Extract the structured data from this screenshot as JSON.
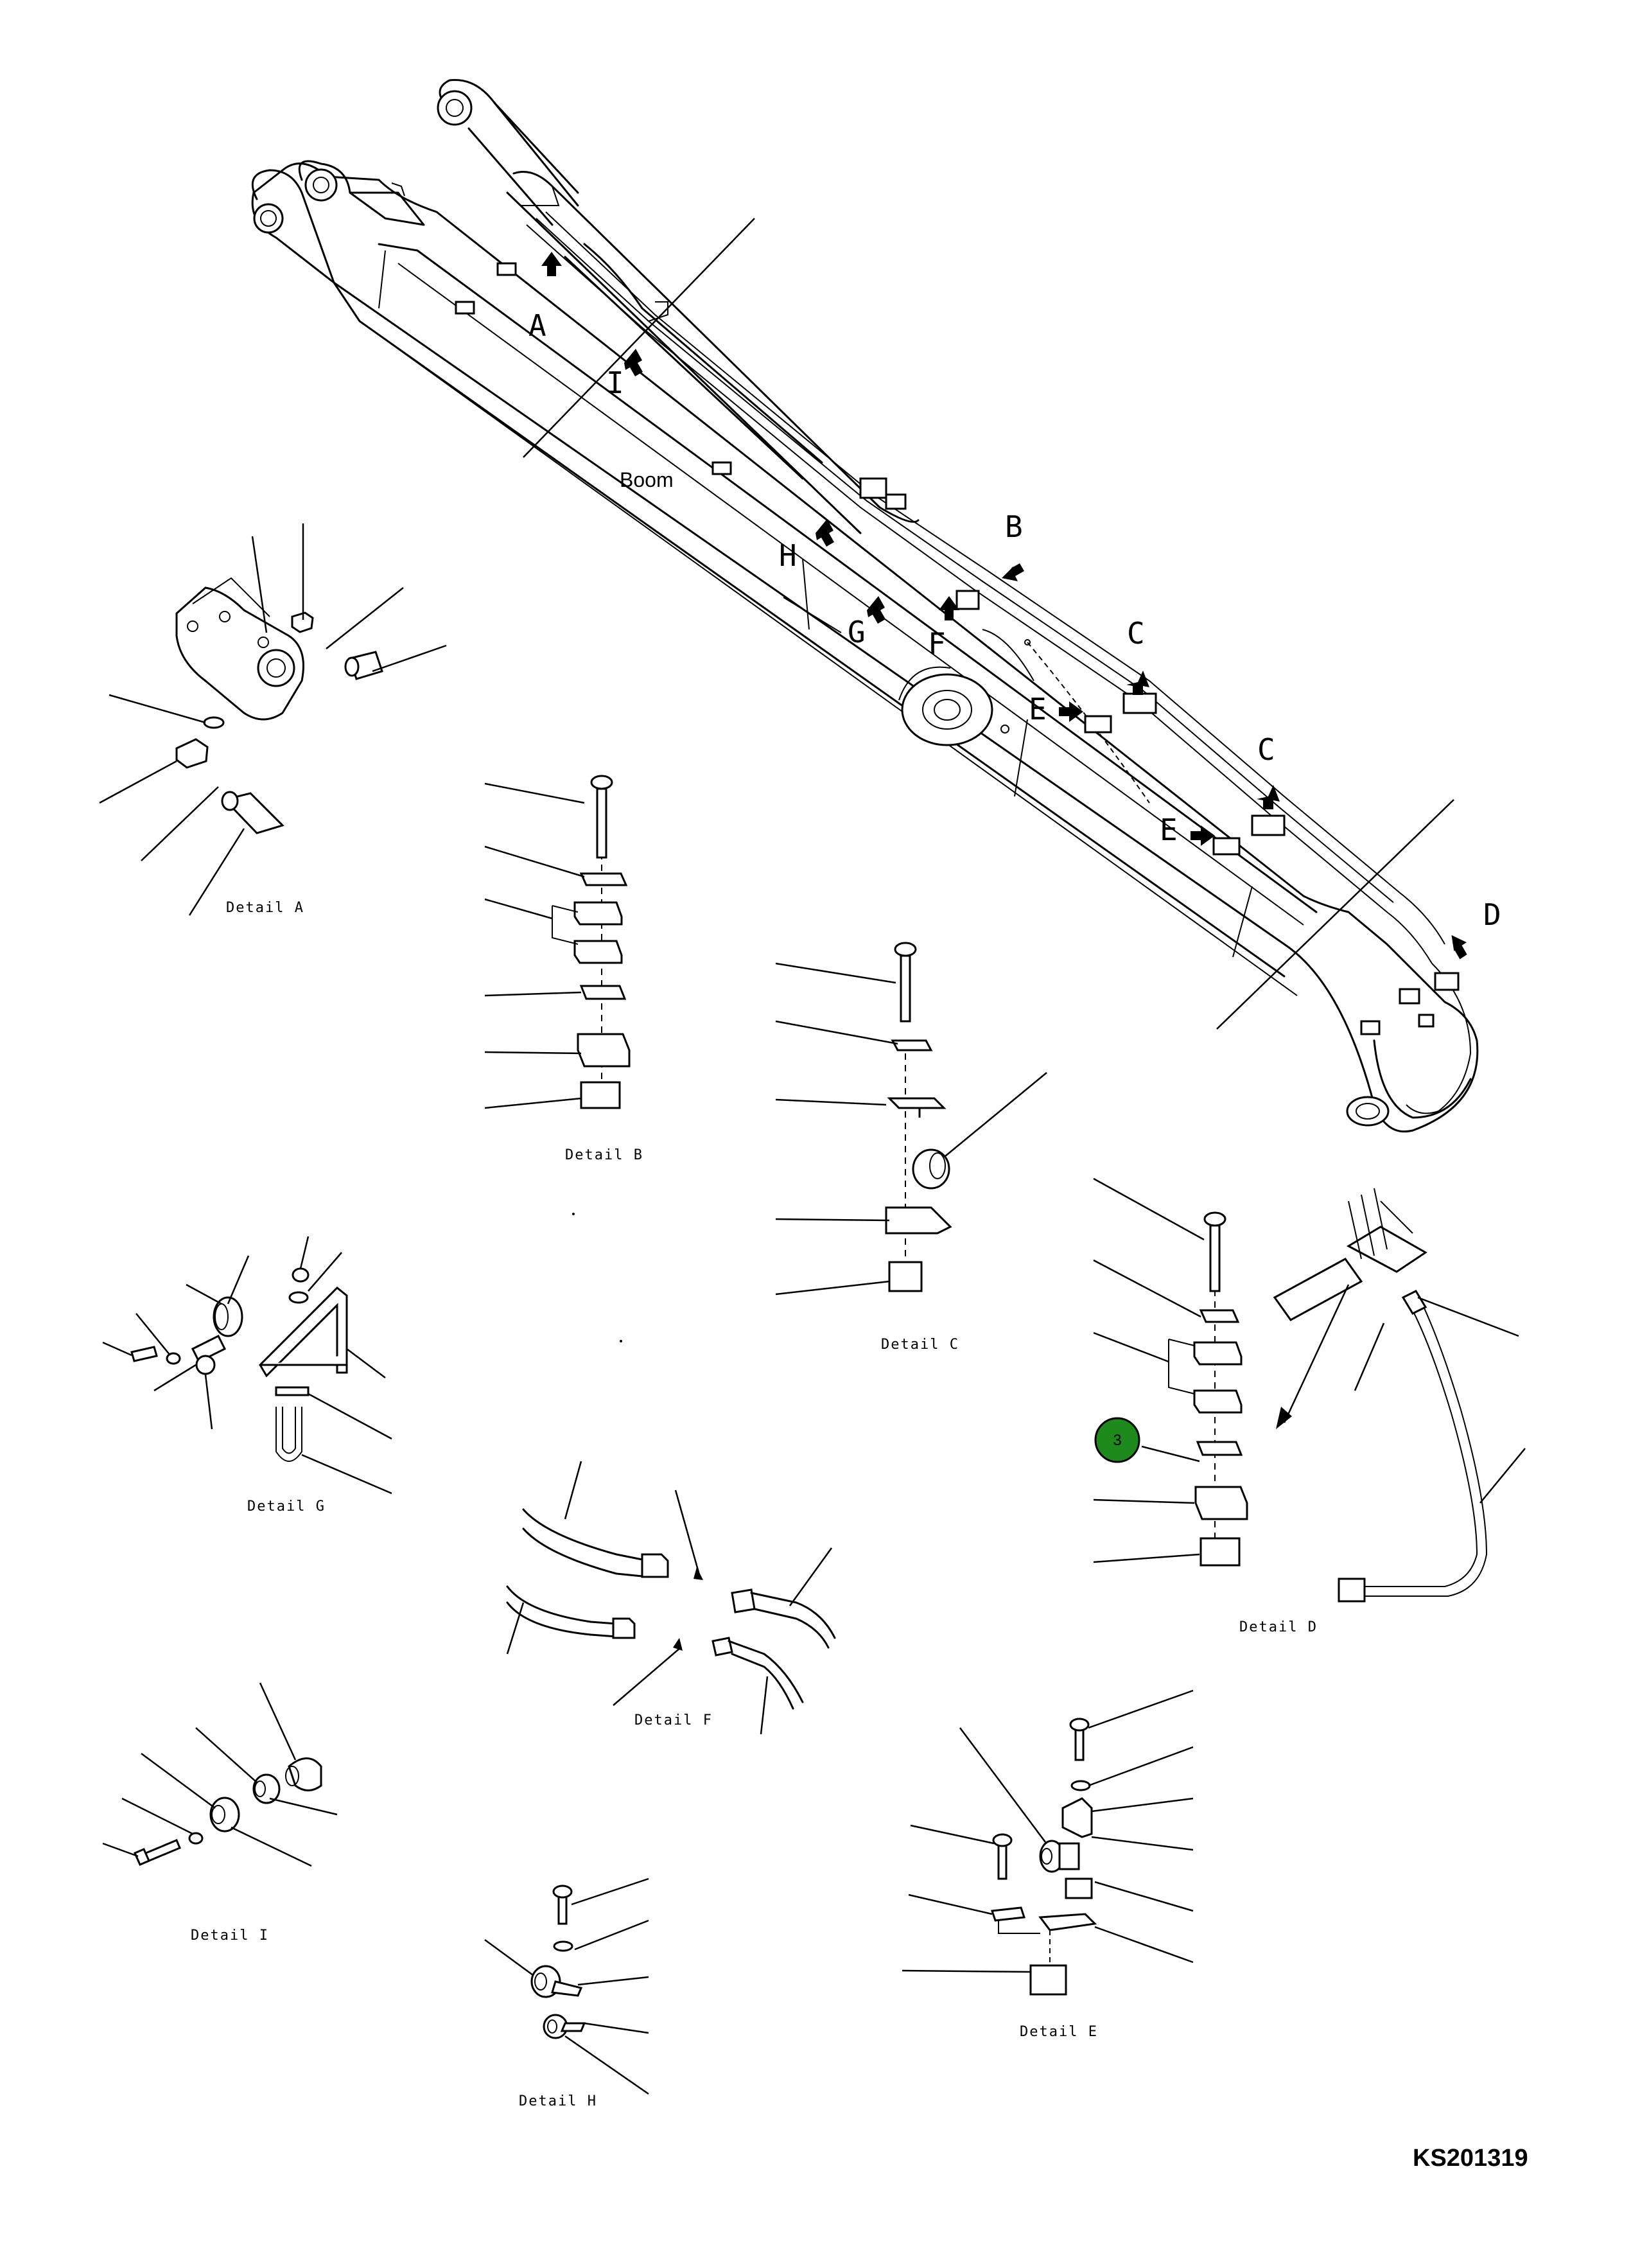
{
  "diagram": {
    "drawing_code": "KS201319",
    "main_label": "Boom",
    "callouts": [
      "A",
      "I",
      "H",
      "B",
      "G",
      "F",
      "C",
      "E",
      "C",
      "E",
      "D"
    ],
    "details": {
      "a": "Detail A",
      "b": "Detail B",
      "c": "Detail C",
      "d": "Detail D",
      "e": "Detail E",
      "f": "Detail F",
      "g": "Detail G",
      "h": "Detail H",
      "i": "Detail I"
    },
    "item_badge": {
      "number": "3",
      "color": "#1e8a1e"
    }
  }
}
